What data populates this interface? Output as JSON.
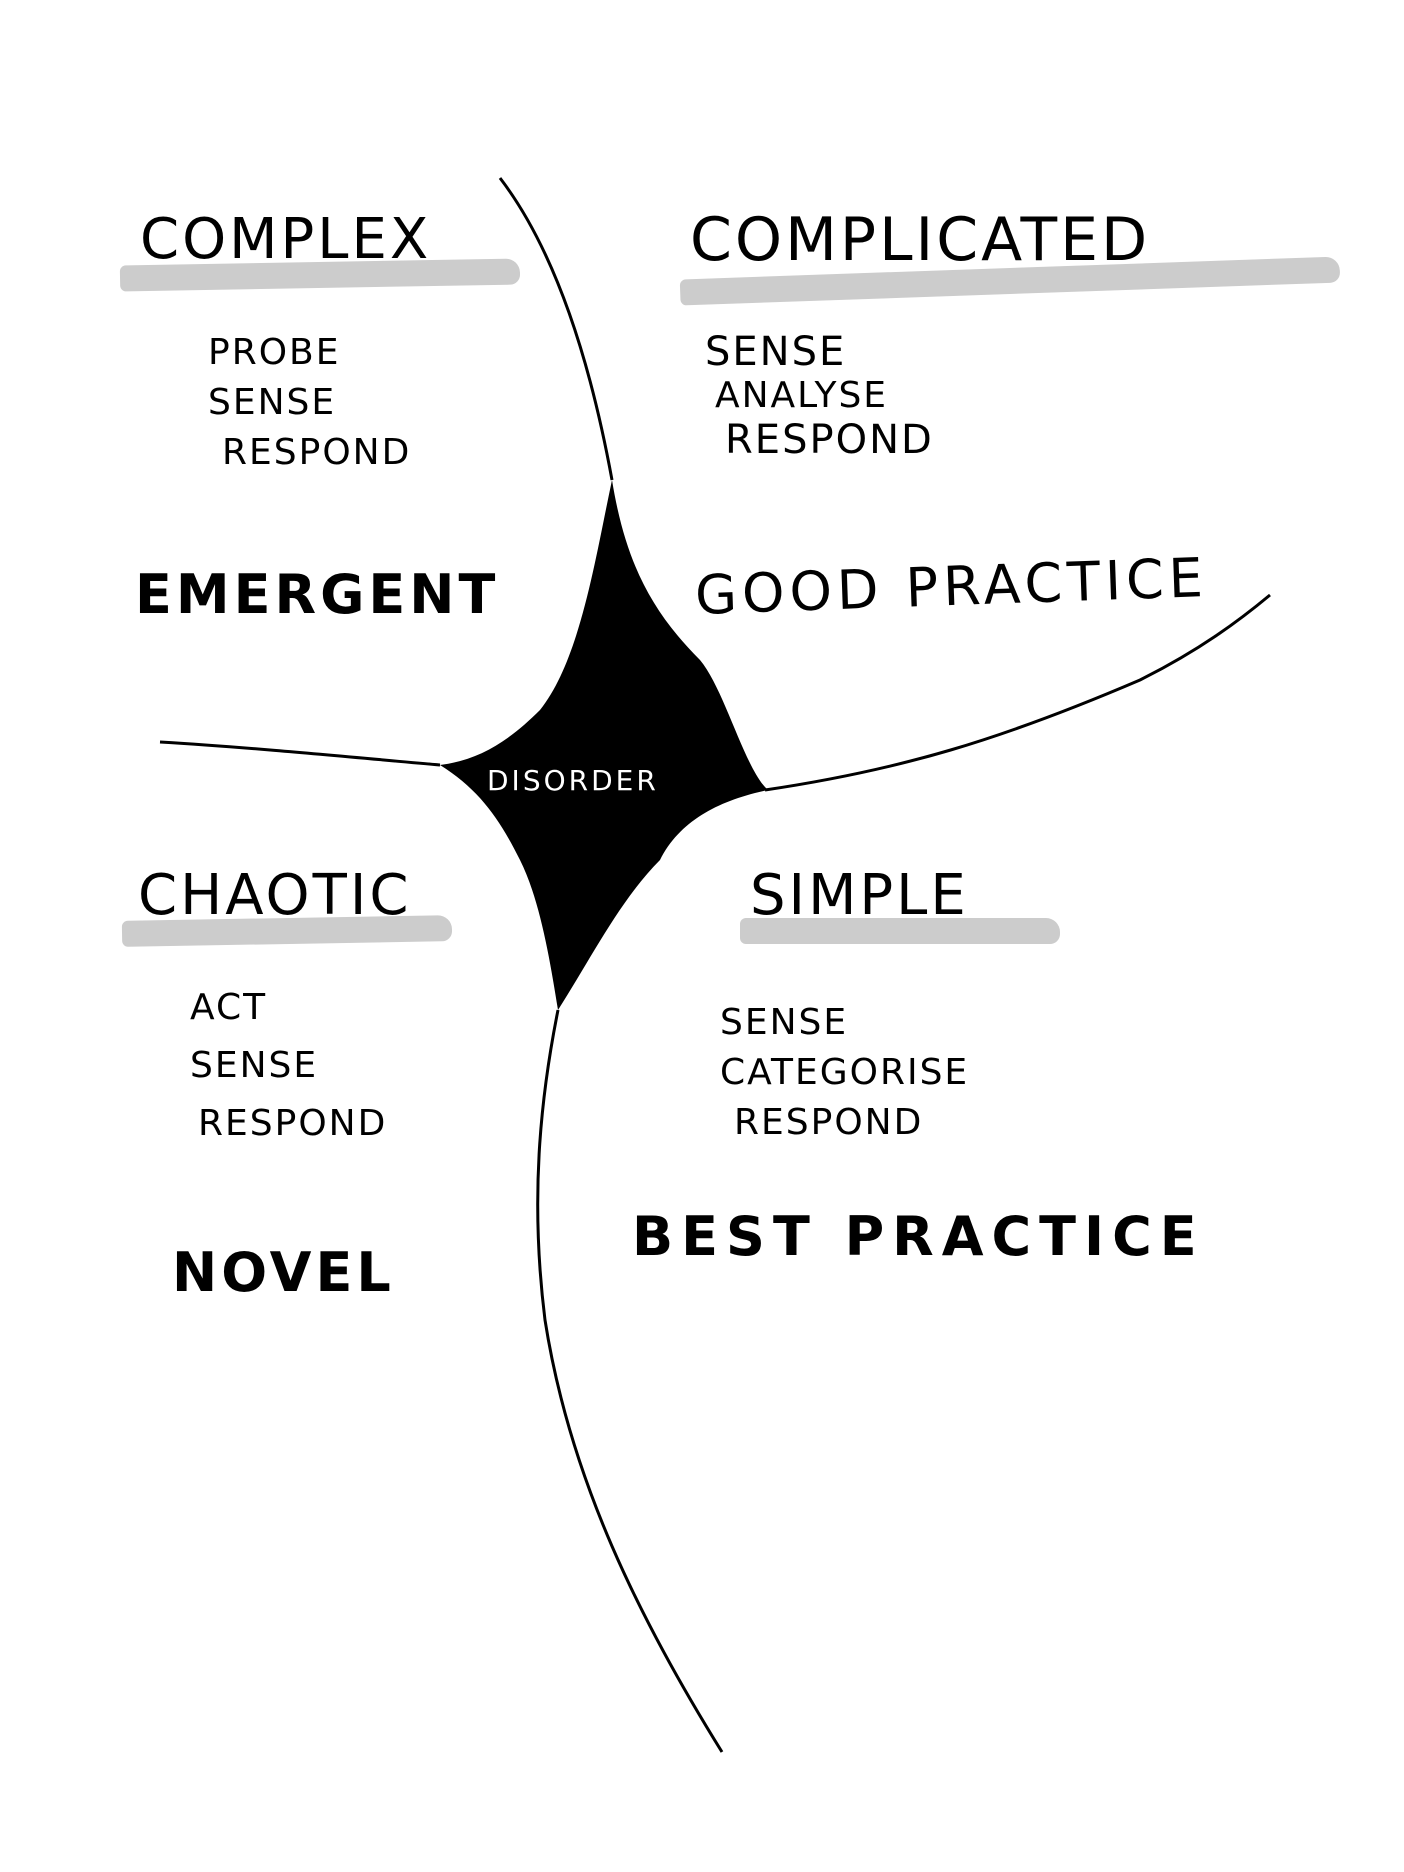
{
  "diagram": {
    "type": "cynefin-framework-sketch",
    "center": {
      "label": "DISORDER",
      "fill": "#000000",
      "text_color": "#ffffff"
    },
    "highlight_color": "#cccccc",
    "domains": [
      {
        "id": "complex",
        "title": "COMPLEX",
        "steps": [
          "PROBE",
          "SENSE",
          "RESPOND"
        ],
        "practice": "EMERGENT"
      },
      {
        "id": "complicated",
        "title": "COMPLICATED",
        "steps": [
          "SENSE",
          "ANALYSE",
          "RESPOND"
        ],
        "practice": "GOOD PRACTICE"
      },
      {
        "id": "chaotic",
        "title": "CHAOTIC",
        "steps": [
          "ACT",
          "SENSE",
          "RESPOND"
        ],
        "practice": "NOVEL"
      },
      {
        "id": "simple",
        "title": "SIMPLE",
        "steps": [
          "SENSE",
          "CATEGORISE",
          "RESPOND"
        ],
        "practice": "BEST PRACTICE"
      }
    ]
  }
}
